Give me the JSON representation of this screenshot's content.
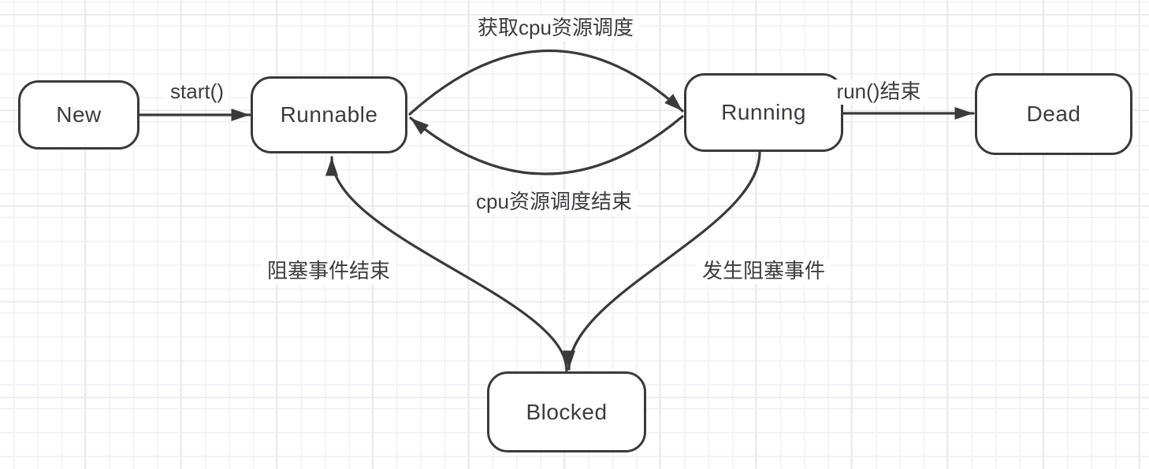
{
  "diagram": {
    "type": "state-diagram",
    "theme": {
      "line": "#3a3a3a",
      "text": "#3c3c40",
      "node_fill": "#ffffff",
      "canvas_bg": "#ffffff",
      "grid_minor": "#f1f1f5",
      "grid_major": "#e7e7ed"
    },
    "nodes": [
      {
        "id": "new",
        "label": "New"
      },
      {
        "id": "runnable",
        "label": "Runnable"
      },
      {
        "id": "running",
        "label": "Running"
      },
      {
        "id": "dead",
        "label": "Dead"
      },
      {
        "id": "blocked",
        "label": "Blocked"
      }
    ],
    "edges": [
      {
        "from": "new",
        "to": "runnable",
        "label": "start()"
      },
      {
        "from": "runnable",
        "to": "running",
        "label": "获取cpu资源调度"
      },
      {
        "from": "running",
        "to": "runnable",
        "label": "cpu资源调度结束"
      },
      {
        "from": "blocked",
        "to": "runnable",
        "label": "阻塞事件结束"
      },
      {
        "from": "running",
        "to": "blocked",
        "label": "发生阻塞事件"
      },
      {
        "from": "running",
        "to": "dead",
        "label": "run()结束"
      }
    ]
  }
}
